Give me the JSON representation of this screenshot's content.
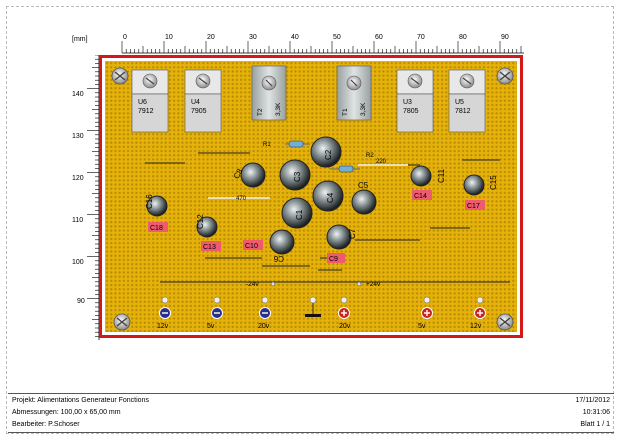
{
  "ruler": {
    "unit": "[mm]",
    "x_ticks": [
      "0",
      "10",
      "20",
      "30",
      "40",
      "50",
      "60",
      "70",
      "80",
      "90"
    ],
    "y_ticks": [
      "140",
      "130",
      "120",
      "110",
      "100",
      "90"
    ]
  },
  "components": {
    "regulators": [
      {
        "ref": "U6",
        "value": "7912"
      },
      {
        "ref": "U4",
        "value": "7905"
      },
      {
        "ref": "U3",
        "value": "7805"
      },
      {
        "ref": "U5",
        "value": "7812"
      }
    ],
    "pots": [
      {
        "ref": "T2",
        "value": "3,3K"
      },
      {
        "ref": "T1",
        "value": "3,3K"
      }
    ],
    "capacitors": [
      "C1",
      "C2",
      "C3",
      "C4",
      "C5",
      "C6",
      "C7",
      "C8",
      "C9",
      "C10",
      "C11",
      "C12",
      "C13",
      "C14",
      "C15",
      "C16",
      "C17",
      "C18"
    ],
    "resistor_labels": [
      "R1",
      "R2",
      "220",
      "470"
    ],
    "rail_labels": [
      "-24v",
      "+24v"
    ],
    "terminals": [
      "12v",
      "5v",
      "20v",
      "20v",
      "5v",
      "12v"
    ]
  },
  "footer": {
    "project": "Projekt: Alimentations Generateur Fonctions",
    "dimensions": "Abmessungen: 100,00 x 65,00 mm",
    "editor": "Bearbeiter: P.Schoser",
    "date": "17/11/2012",
    "time": "10:31:06",
    "page": "Blatt 1 / 1"
  },
  "colors": {
    "board": "#e4b20a",
    "frame": "#d41818",
    "cap_label": "#ee5a6e"
  }
}
